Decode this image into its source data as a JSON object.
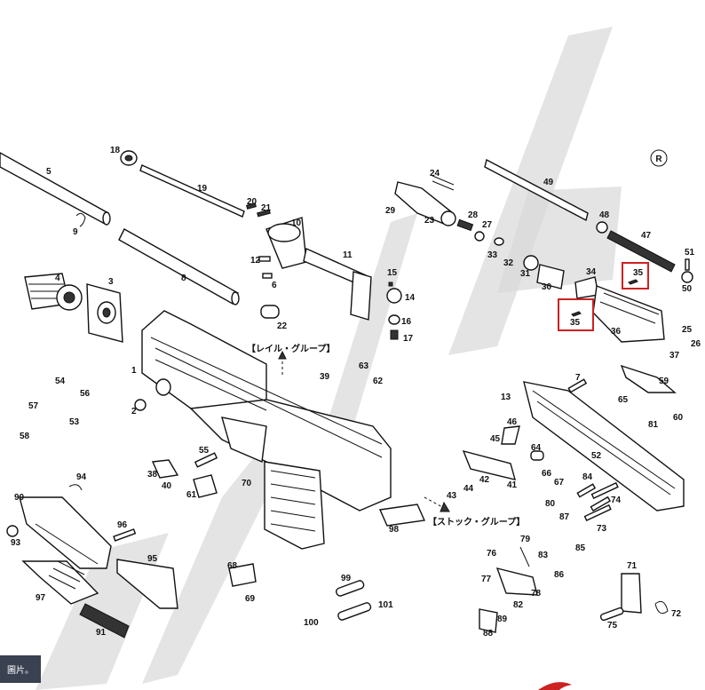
{
  "diagram": {
    "registered_mark": "R",
    "group_labels": {
      "rail": "【レイル・グループ】",
      "stock": "【ストック・グループ】"
    },
    "highlighted_label": "35",
    "part_numbers": [
      "1",
      "2",
      "3",
      "4",
      "5",
      "6",
      "7",
      "8",
      "9",
      "10",
      "11",
      "12",
      "13",
      "14",
      "15",
      "16",
      "17",
      "18",
      "19",
      "20",
      "21",
      "22",
      "23",
      "24",
      "25",
      "26",
      "27",
      "28",
      "29",
      "30",
      "31",
      "32",
      "33",
      "34",
      "35",
      "36",
      "37",
      "38",
      "39",
      "40",
      "41",
      "42",
      "43",
      "44",
      "45",
      "46",
      "47",
      "48",
      "49",
      "50",
      "51",
      "52",
      "53",
      "54",
      "55",
      "56",
      "57",
      "58",
      "59",
      "60",
      "61",
      "62",
      "63",
      "64",
      "65",
      "66",
      "67",
      "68",
      "69",
      "70",
      "71",
      "72",
      "73",
      "74",
      "75",
      "76",
      "77",
      "78",
      "79",
      "80",
      "81",
      "82",
      "83",
      "84",
      "85",
      "86",
      "87",
      "88",
      "89",
      "90",
      "91",
      "93",
      "94",
      "95",
      "96",
      "97",
      "98",
      "99",
      "100",
      "101"
    ],
    "colors": {
      "highlight": "#cc2222",
      "watermark": "#d0d0d0",
      "tooltip_bg": "#3a4150"
    }
  },
  "overlay": {
    "tooltip_text": "圖片。"
  }
}
